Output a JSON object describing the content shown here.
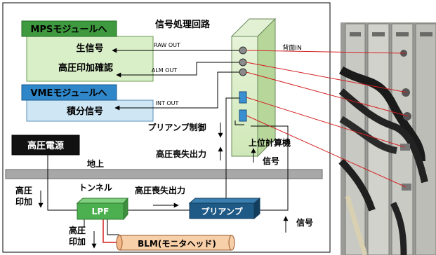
{
  "mps_module": {
    "label": "MPSモジュールへ",
    "raw_signal": "生信号",
    "hv_confirm": "高圧印加確認"
  },
  "vme_module": {
    "label": "VMEモジュールへ",
    "integral_signal": "積分信号"
  },
  "circuit": {
    "title": "信号処理回路",
    "raw_out": "RAW OUT",
    "alm_out": "ALM OUT",
    "int_out": "INT OUT",
    "back_in": "背面IN"
  },
  "hv_supply": {
    "label": "高圧電源"
  },
  "ground": {
    "label": "地上"
  },
  "tunnel": {
    "label": "トンネル"
  },
  "lpf": {
    "label": "LPF"
  },
  "preamp": {
    "label": "プリアンプ"
  },
  "blm": {
    "label": "BLM(モニタヘッド)"
  },
  "annotations": {
    "preamp_control": "プリアンプ制御",
    "upper_computer": "上位計算機",
    "hv_loss_output_top": "高圧喪失出力",
    "signal_top": "信号",
    "hv_loss_output_bottom": "高圧喪失出力",
    "hv_apply_1": "高圧\n印加",
    "hv_apply_2": "高圧\n印加",
    "signal_bottom": "信号"
  },
  "colors": {
    "accent_red": "#d42020",
    "green_box": "#c8e6b4",
    "blue_box": "#cfe6f5",
    "header_green": "#3f9a3f",
    "header_blue": "#2f86c8",
    "preamp_blue": "#1f5a86",
    "lpf_green": "#4caf50",
    "blm_orange": "#f7cfa8"
  }
}
